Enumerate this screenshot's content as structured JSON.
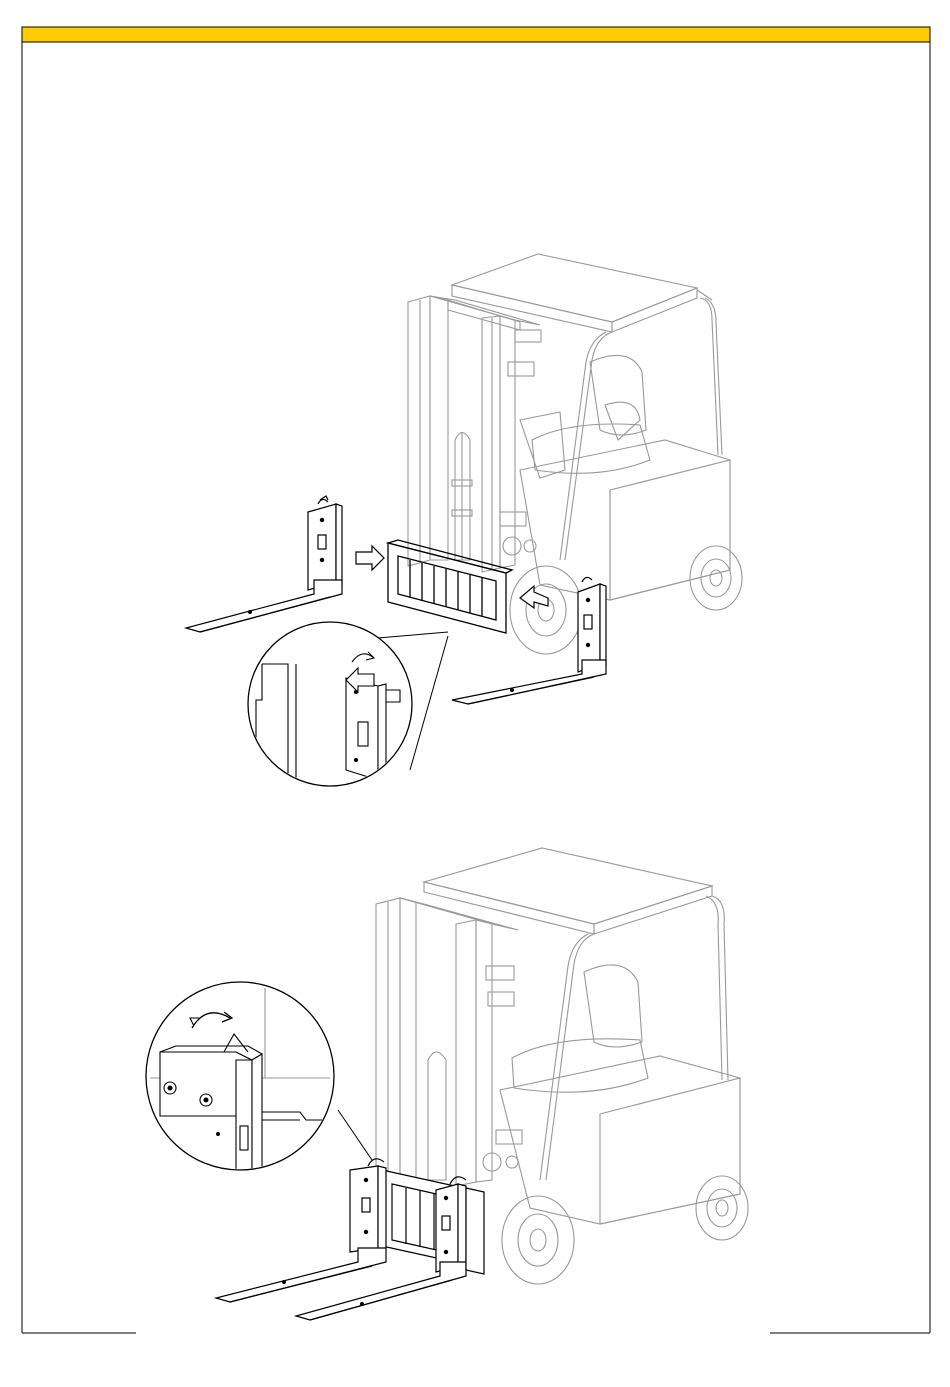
{
  "page": {
    "header_bar_color": "#FFCC00",
    "frame_color": "#000000",
    "text": ""
  },
  "figures": [
    {
      "id": "figure-1",
      "subject": "forklift-fork-mounting-step",
      "icons": [
        "forklift-icon",
        "fork-left-icon",
        "fork-right-icon",
        "carriage-icon",
        "arrow-right-icon",
        "arrow-left-icon",
        "magnify-circle-icon"
      ]
    },
    {
      "id": "figure-2",
      "subject": "forklift-forks-mounted-step",
      "icons": [
        "forklift-icon",
        "fork-pair-icon",
        "carriage-icon",
        "lock-lever-icon",
        "magnify-circle-icon"
      ]
    }
  ]
}
